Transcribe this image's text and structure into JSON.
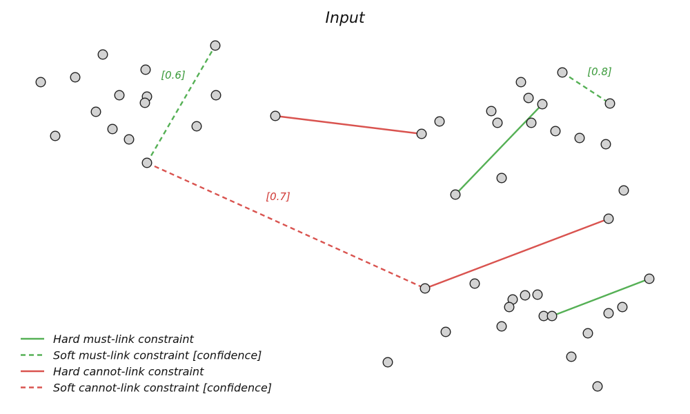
{
  "title": "Input",
  "colors": {
    "must_link": "#55b055",
    "cannot_link": "#d9534f",
    "point_fill": "#d3d3d3",
    "point_stroke": "#222222",
    "must_label": "#3a9a3a",
    "cannot_label": "#d03a36"
  },
  "constraints": [
    {
      "kind": "must",
      "style": "soft",
      "confidence": "[0.6]"
    },
    {
      "kind": "must",
      "style": "soft",
      "confidence": "[0.8]"
    },
    {
      "kind": "must",
      "style": "hard"
    },
    {
      "kind": "must",
      "style": "hard"
    },
    {
      "kind": "cannot",
      "style": "hard"
    },
    {
      "kind": "cannot",
      "style": "soft",
      "confidence": "[0.7]"
    },
    {
      "kind": "cannot",
      "style": "hard"
    }
  ],
  "legend": [
    {
      "label": "Hard must-link constraint",
      "kind": "must",
      "style": "hard"
    },
    {
      "label": "Soft must-link constraint [confidence]",
      "kind": "must",
      "style": "soft"
    },
    {
      "label": "Hard cannot-link constraint",
      "kind": "cannot",
      "style": "hard"
    },
    {
      "label": "Soft cannot-link constraint [confidence]",
      "kind": "cannot",
      "style": "soft"
    }
  ]
}
